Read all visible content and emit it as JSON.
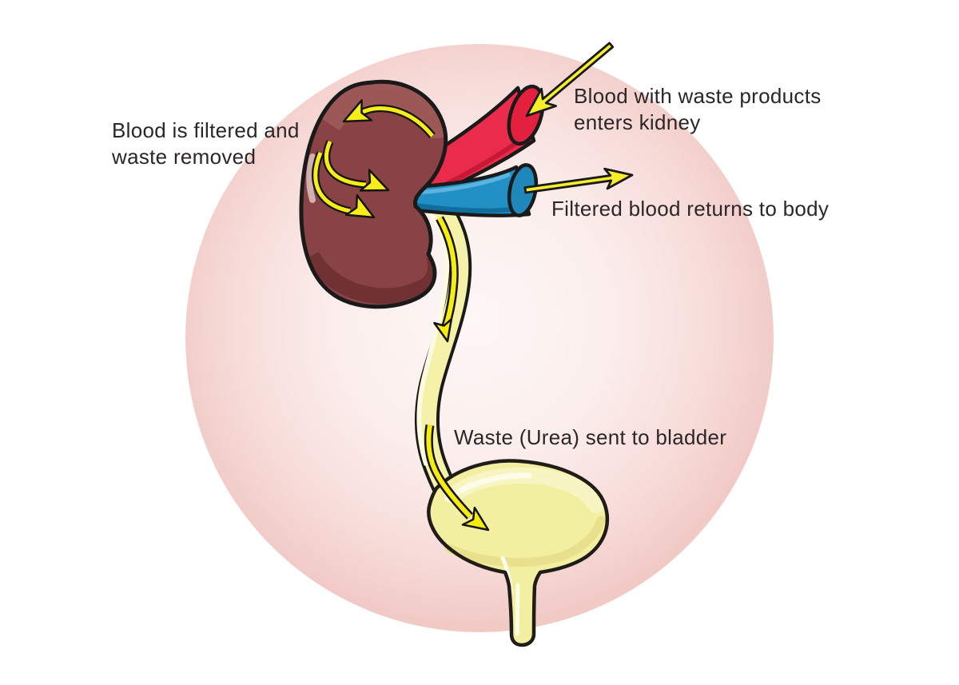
{
  "figure": {
    "title": "Kidney filtration and urinary system diagram",
    "labels": {
      "filtered": {
        "line1": "Blood is filtered and",
        "line2": "waste removed"
      },
      "enters": {
        "line1": "Blood with waste products",
        "line2": "enters kidney"
      },
      "returns": {
        "text": "Filtered blood returns to body"
      },
      "waste": {
        "text": "Waste (Urea) sent to bladder"
      }
    },
    "parts": {
      "kidney": "kidney",
      "renal_artery": "artery-blood-in",
      "renal_vein": "vein-blood-out",
      "ureter": "ureter",
      "bladder": "bladder"
    },
    "colors": {
      "background": "#ffffff",
      "circle_pink_edge": "#f1cac6",
      "circle_pink_center": "#fdf7f6",
      "kidney_maroon": "#8a4344",
      "kidney_highlight": "#9c5856",
      "kidney_shadow": "#6f3131",
      "artery_red": "#ea2b4c",
      "vein_blue": "#2090c5",
      "urinary_yellow": "#f3efa0",
      "arrow_yellow": "#f7ee2b",
      "outline_black": "#1a1a1a",
      "text_color": "#2b2728"
    }
  }
}
